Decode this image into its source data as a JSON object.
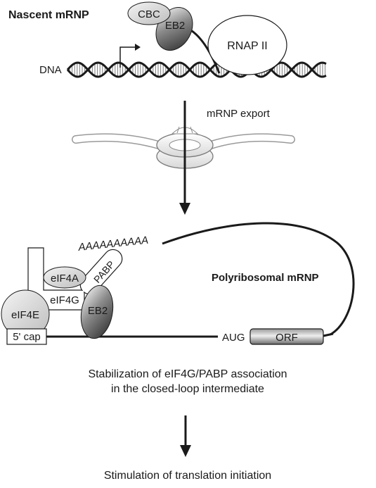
{
  "labels": {
    "nascent_title": "Nascent mRNP",
    "dna": "DNA",
    "cbc": "CBC",
    "eb2_top": "EB2",
    "rnap": "RNAP II",
    "export": "mRNP export",
    "polya": "AAAAAAAAAA",
    "pabp": "PABP",
    "eif4a": "eIF4A",
    "eif4g": "eIF4G",
    "eif4e": "eIF4E",
    "eb2_bottom": "EB2",
    "cap": "5' cap",
    "aug": "AUG",
    "orf": "ORF",
    "polyribosomal_title": "Polyribosomal mRNP",
    "stabilization_line1": "Stabilization of eIF4G/PABP association",
    "stabilization_line2": "in the closed-loop intermediate",
    "stimulation": "Stimulation of translation initiation"
  },
  "colors": {
    "ink": "#1a1a1a",
    "light_gray": "#e4e4e4",
    "mid_gray": "#b5b5b5",
    "dark_gray": "#3a3a3a"
  }
}
